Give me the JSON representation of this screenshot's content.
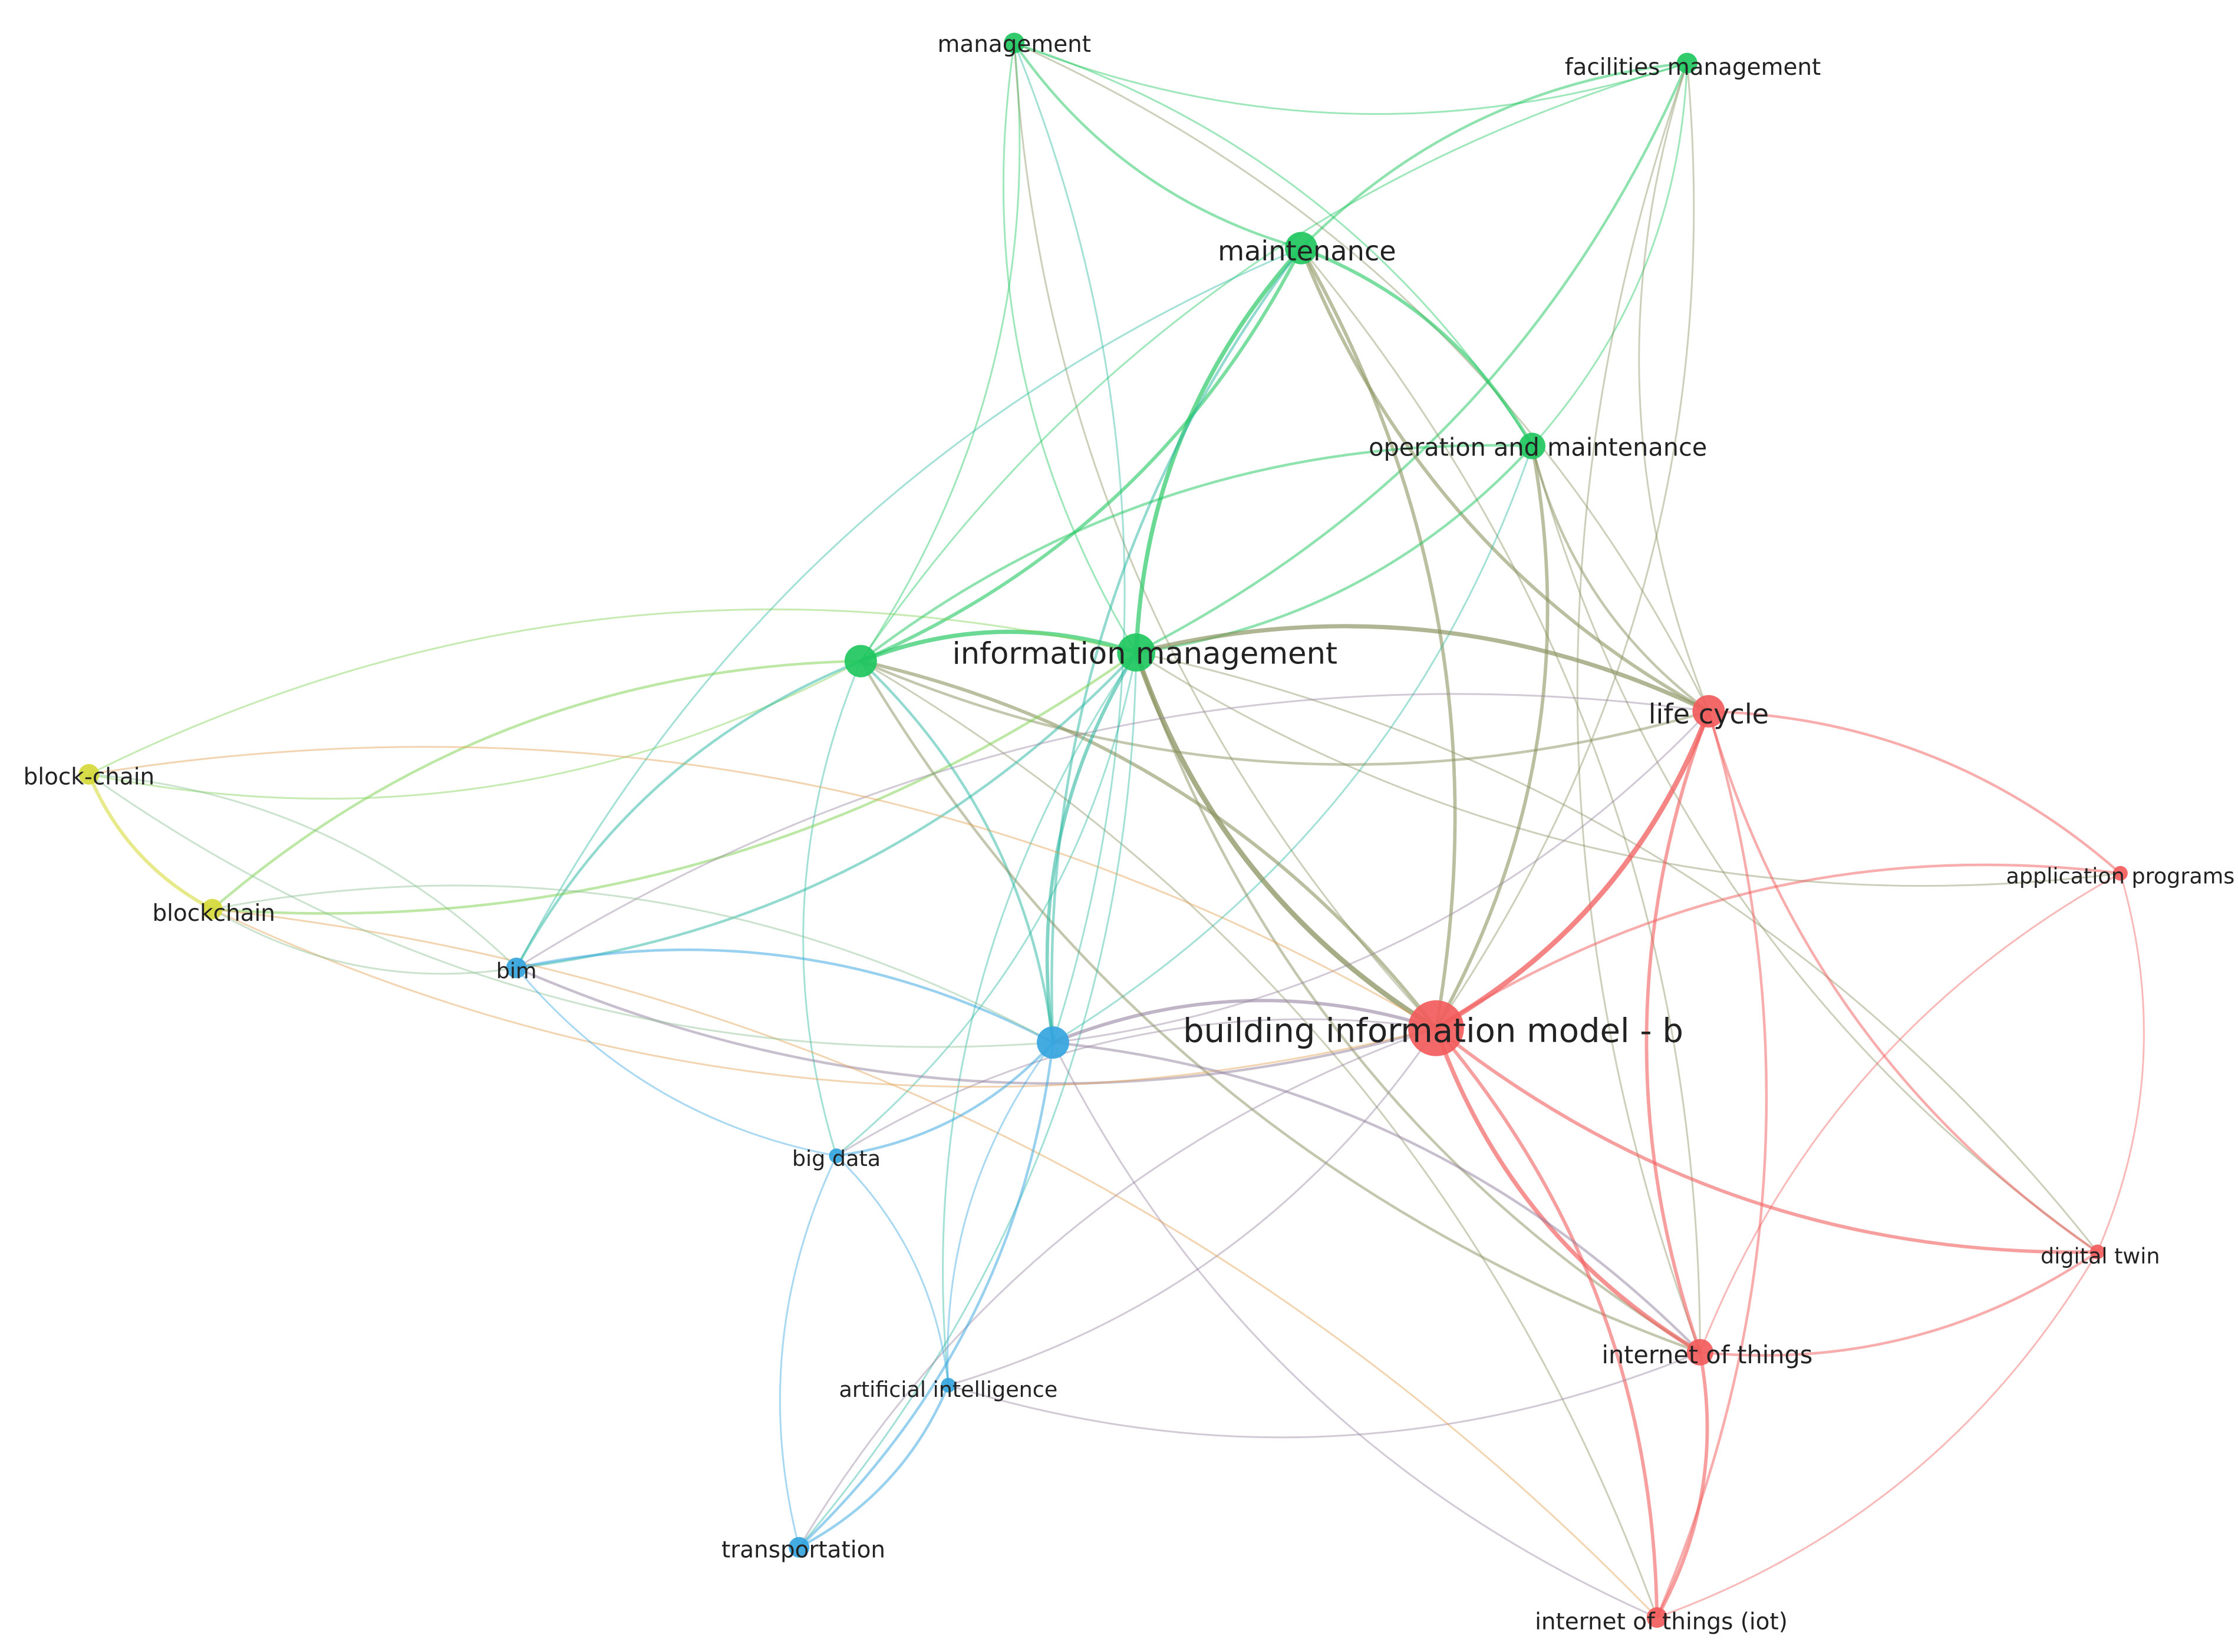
{
  "clusters": {
    "green": "#1fc760",
    "red": "#f25c5c",
    "blue": "#35a5e0",
    "yellow": "#d6d93a"
  },
  "nodes": [
    {
      "id": "management",
      "label": "management",
      "cluster": "green",
      "weight": 2
    },
    {
      "id": "facilities_management",
      "label": "facilities management",
      "cluster": "green",
      "weight": 2
    },
    {
      "id": "maintenance",
      "label": "maintenance",
      "cluster": "green",
      "weight": 4
    },
    {
      "id": "operation_and_maintenance",
      "label": "operation and maintenance",
      "cluster": "green",
      "weight": 3
    },
    {
      "id": "green_unlabeled",
      "label": "",
      "cluster": "green",
      "weight": 4
    },
    {
      "id": "information_management",
      "label": "information management",
      "cluster": "green",
      "weight": 5
    },
    {
      "id": "life_cycle",
      "label": "life cycle",
      "cluster": "red",
      "weight": 4
    },
    {
      "id": "building_information_model",
      "label": "building information model - b",
      "cluster": "red",
      "weight": 8
    },
    {
      "id": "application_programs",
      "label": "application programs",
      "cluster": "red",
      "weight": 1
    },
    {
      "id": "digital_twin",
      "label": "digital twin",
      "cluster": "red",
      "weight": 1
    },
    {
      "id": "internet_of_things",
      "label": "internet of things",
      "cluster": "red",
      "weight": 3
    },
    {
      "id": "internet_of_things_iot",
      "label": "internet of things (iot)",
      "cluster": "red",
      "weight": 2
    },
    {
      "id": "blue_unlabeled",
      "label": "",
      "cluster": "blue",
      "weight": 4
    },
    {
      "id": "bim",
      "label": "bim",
      "cluster": "blue",
      "weight": 2
    },
    {
      "id": "big_data",
      "label": "big data",
      "cluster": "blue",
      "weight": 1
    },
    {
      "id": "artificial_intelligence",
      "label": "artificial intelligence",
      "cluster": "blue",
      "weight": 1
    },
    {
      "id": "transportation",
      "label": "transportation",
      "cluster": "blue",
      "weight": 2
    },
    {
      "id": "block_chain",
      "label": "block-chain",
      "cluster": "yellow",
      "weight": 2
    },
    {
      "id": "blockchain",
      "label": "blockchain",
      "cluster": "yellow",
      "weight": 2
    }
  ],
  "edges": [
    [
      "management",
      "maintenance",
      2
    ],
    [
      "management",
      "green_unlabeled",
      1
    ],
    [
      "management",
      "information_management",
      1
    ],
    [
      "management",
      "operation_and_maintenance",
      1
    ],
    [
      "management",
      "building_information_model",
      1
    ],
    [
      "management",
      "life_cycle",
      1
    ],
    [
      "management",
      "facilities_management",
      1
    ],
    [
      "management",
      "blue_unlabeled",
      1
    ],
    [
      "facilities_management",
      "maintenance",
      2
    ],
    [
      "facilities_management",
      "operation_and_maintenance",
      1
    ],
    [
      "facilities_management",
      "green_unlabeled",
      1
    ],
    [
      "facilities_management",
      "information_management",
      2
    ],
    [
      "facilities_management",
      "life_cycle",
      1
    ],
    [
      "facilities_management",
      "building_information_model",
      1
    ],
    [
      "facilities_management",
      "internet_of_things",
      1
    ],
    [
      "maintenance",
      "operation_and_maintenance",
      3
    ],
    [
      "maintenance",
      "information_management",
      4
    ],
    [
      "maintenance",
      "green_unlabeled",
      3
    ],
    [
      "maintenance",
      "life_cycle",
      3
    ],
    [
      "maintenance",
      "building_information_model",
      3
    ],
    [
      "maintenance",
      "blue_unlabeled",
      2
    ],
    [
      "maintenance",
      "internet_of_things",
      1
    ],
    [
      "maintenance",
      "bim",
      1
    ],
    [
      "operation_and_maintenance",
      "information_management",
      2
    ],
    [
      "operation_and_maintenance",
      "green_unlabeled",
      2
    ],
    [
      "operation_and_maintenance",
      "building_information_model",
      3
    ],
    [
      "operation_and_maintenance",
      "life_cycle",
      2
    ],
    [
      "operation_and_maintenance",
      "blue_unlabeled",
      1
    ],
    [
      "operation_and_maintenance",
      "digital_twin",
      1
    ],
    [
      "green_unlabeled",
      "information_management",
      4
    ],
    [
      "green_unlabeled",
      "life_cycle",
      2
    ],
    [
      "green_unlabeled",
      "building_information_model",
      3
    ],
    [
      "green_unlabeled",
      "blockchain",
      2
    ],
    [
      "green_unlabeled",
      "block_chain",
      1
    ],
    [
      "green_unlabeled",
      "bim",
      2
    ],
    [
      "green_unlabeled",
      "blue_unlabeled",
      2
    ],
    [
      "green_unlabeled",
      "internet_of_things",
      2
    ],
    [
      "green_unlabeled",
      "internet_of_things_iot",
      1
    ],
    [
      "green_unlabeled",
      "big_data",
      1
    ],
    [
      "information_management",
      "life_cycle",
      4
    ],
    [
      "information_management",
      "building_information_model",
      5
    ],
    [
      "information_management",
      "blockchain",
      2
    ],
    [
      "information_management",
      "block_chain",
      1
    ],
    [
      "information_management",
      "bim",
      2
    ],
    [
      "information_management",
      "blue_unlabeled",
      3
    ],
    [
      "information_management",
      "big_data",
      1
    ],
    [
      "information_management",
      "artificial_intelligence",
      1
    ],
    [
      "information_management",
      "transportation",
      1
    ],
    [
      "information_management",
      "internet_of_things",
      2
    ],
    [
      "information_management",
      "digital_twin",
      1
    ],
    [
      "information_management",
      "application_programs",
      1
    ],
    [
      "life_cycle",
      "building_information_model",
      5
    ],
    [
      "life_cycle",
      "internet_of_things",
      3
    ],
    [
      "life_cycle",
      "internet_of_things_iot",
      2
    ],
    [
      "life_cycle",
      "digital_twin",
      2
    ],
    [
      "life_cycle",
      "application_programs",
      2
    ],
    [
      "life_cycle",
      "bim",
      1
    ],
    [
      "life_cycle",
      "blue_unlabeled",
      1
    ],
    [
      "building_information_model",
      "internet_of_things",
      4
    ],
    [
      "building_information_model",
      "internet_of_things_iot",
      3
    ],
    [
      "building_information_model",
      "digital_twin",
      3
    ],
    [
      "building_information_model",
      "application_programs",
      2
    ],
    [
      "building_information_model",
      "blue_unlabeled",
      3
    ],
    [
      "building_information_model",
      "bim",
      2
    ],
    [
      "building_information_model",
      "big_data",
      1
    ],
    [
      "building_information_model",
      "artificial_intelligence",
      1
    ],
    [
      "building_information_model",
      "transportation",
      1
    ],
    [
      "building_information_model",
      "blockchain",
      1
    ],
    [
      "building_information_model",
      "block_chain",
      1
    ],
    [
      "internet_of_things",
      "internet_of_things_iot",
      3
    ],
    [
      "internet_of_things",
      "digital_twin",
      2
    ],
    [
      "internet_of_things",
      "application_programs",
      1
    ],
    [
      "internet_of_things",
      "blue_unlabeled",
      2
    ],
    [
      "internet_of_things",
      "artificial_intelligence",
      1
    ],
    [
      "internet_of_things_iot",
      "digital_twin",
      1
    ],
    [
      "internet_of_things_iot",
      "blue_unlabeled",
      1
    ],
    [
      "internet_of_things_iot",
      "blockchain",
      1
    ],
    [
      "application_programs",
      "digital_twin",
      1
    ],
    [
      "blue_unlabeled",
      "bim",
      2
    ],
    [
      "blue_unlabeled",
      "big_data",
      2
    ],
    [
      "blue_unlabeled",
      "artificial_intelligence",
      1
    ],
    [
      "blue_unlabeled",
      "transportation",
      2
    ],
    [
      "blue_unlabeled",
      "blockchain",
      1
    ],
    [
      "blue_unlabeled",
      "block_chain",
      1
    ],
    [
      "bim",
      "big_data",
      1
    ],
    [
      "bim",
      "blockchain",
      1
    ],
    [
      "bim",
      "block_chain",
      1
    ],
    [
      "big_data",
      "artificial_intelligence",
      1
    ],
    [
      "big_data",
      "transportation",
      1
    ],
    [
      "artificial_intelligence",
      "transportation",
      2
    ],
    [
      "block_chain",
      "blockchain",
      3
    ]
  ]
}
